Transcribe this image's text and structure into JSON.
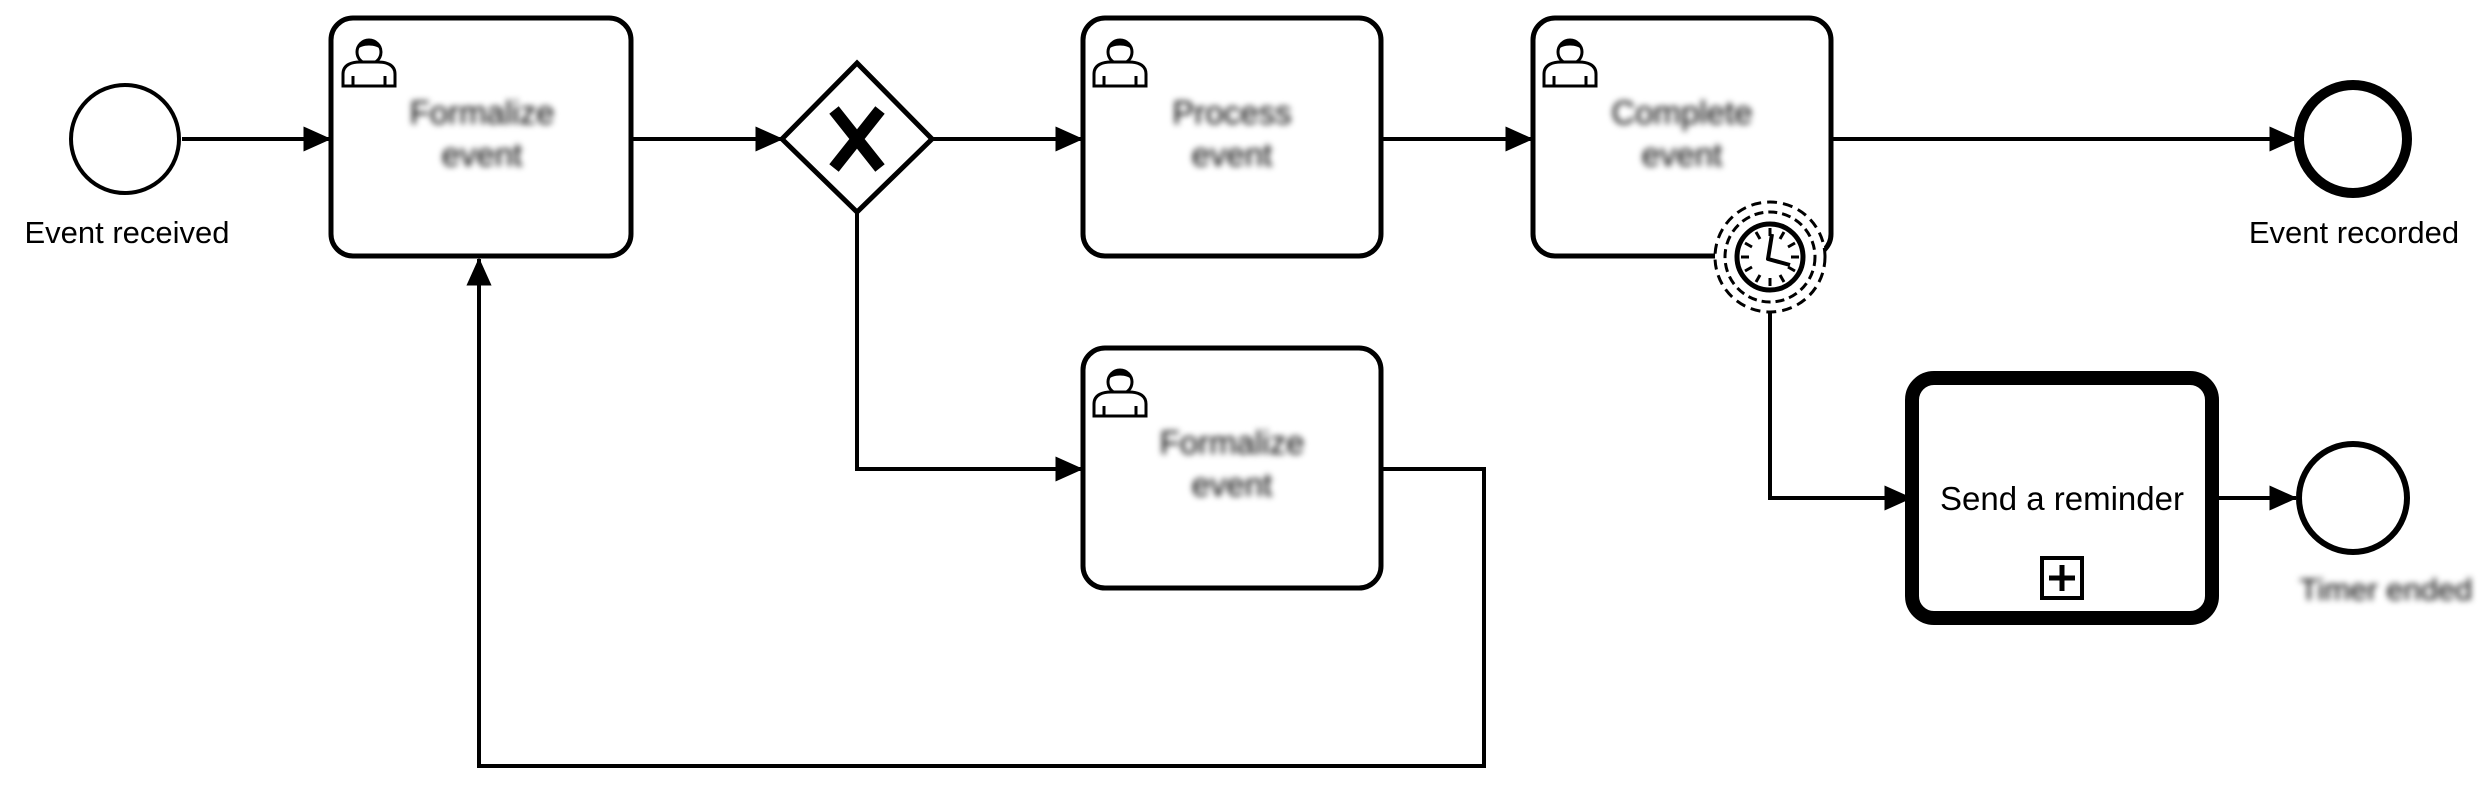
{
  "diagram": {
    "start_event": {
      "label": "Event received"
    },
    "end_event_main": {
      "label": "Event recorded"
    },
    "end_event_reminder": {
      "label": "Timer ended"
    },
    "tasks": [
      {
        "id": "task1",
        "label_line1": "Formalize",
        "label_line2": "event",
        "type": "user-task"
      },
      {
        "id": "task2",
        "label_line1": "Process",
        "label_line2": "event",
        "type": "user-task"
      },
      {
        "id": "task3",
        "label_line1": "Complete",
        "label_line2": "event",
        "type": "user-task"
      },
      {
        "id": "task4",
        "label_line1": "Formalize",
        "label_line2": "event",
        "type": "user-task"
      }
    ],
    "gateway": {
      "type": "exclusive",
      "symbol": "X"
    },
    "subprocess": {
      "label": "Send a reminder",
      "marker": "+"
    },
    "boundary_event": {
      "type": "timer",
      "icon": "clock-icon"
    },
    "colors": {
      "stroke": "#000000",
      "fill": "#ffffff",
      "blur_text": "#9a9a9a"
    }
  }
}
